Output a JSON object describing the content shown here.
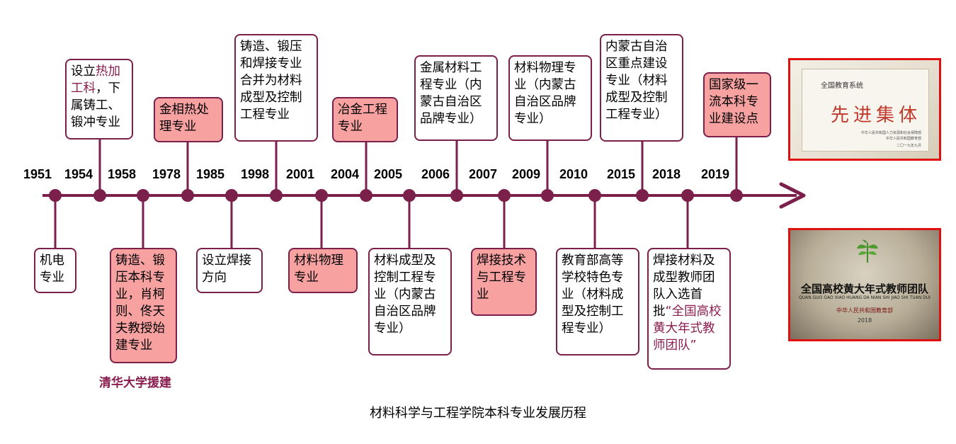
{
  "years": [
    "1951",
    "1954",
    "1958",
    "1978",
    "1985",
    "1998",
    "2001",
    "2004",
    "2005",
    "2006",
    "2007",
    "2009",
    "2010",
    "2015",
    "2018",
    "2019"
  ],
  "events_above": [
    {
      "text_parts": [
        [
          "设立"
        ],
        [
          "热加工科",
          "hl"
        ],
        [
          "，下属铸工、锻冲专业"
        ]
      ],
      "year": "1954"
    },
    {
      "text": "金相热处理专业",
      "year": "1978"
    },
    {
      "text": "铸造、锻压和焊接专业合并为材料成型及控制工程专业",
      "year": "1998"
    },
    {
      "text": "冶金工程专业",
      "year": "2004"
    },
    {
      "text": "金属材料工程专业（内蒙古自治区品牌专业）",
      "year": "2006"
    },
    {
      "text": "材料物理专业（内蒙古自治区品牌专业）",
      "year": "2009"
    },
    {
      "text": "内蒙古自治区重点建设专业（材料成型及控制工程专业）",
      "year": "2015"
    },
    {
      "text": "国家级一流本科专业建设点",
      "year": "2019"
    }
  ],
  "events_below": [
    {
      "text": "机电专业",
      "year": "1951"
    },
    {
      "text": "铸造、锻压本科专业，肖柯则、佟天夫教授始建专业",
      "year": "1958"
    },
    {
      "text": "设立焊接方向",
      "year": "1985"
    },
    {
      "text": "材料物理专业",
      "year": "2001"
    },
    {
      "text": "材料成型及控制工程专业（内蒙古自治区品牌专业）",
      "year": "2005"
    },
    {
      "text": "焊接技术与工程专业",
      "year": "2007"
    },
    {
      "text": "教育部高等学校特色专业（材料成型及控制工程专业）",
      "year": "2010"
    },
    {
      "text_parts": [
        [
          "焊接材料及成型教师团队入选首批"
        ],
        [
          "“全国高校黄大年式教师团队”",
          "hl"
        ]
      ],
      "year": "2018"
    }
  ],
  "note": "清华大学援建",
  "caption": "材料科学与工程学院本科专业发展历程",
  "photo1": {
    "line1": "全国教育系统",
    "line2": "先进集体",
    "line3": "中华人民共和国人力资源和社会保障部",
    "line4": "中华人民共和国教育部",
    "line5": "二〇一九年九月"
  },
  "photo2": {
    "line1": "全国高校黄大年式教师团队",
    "line2": "QUAN GUO GAO XIAO HUANG DA NIAN SHI JIAO SHI TUAN DUI",
    "line3": "中华人民共和国教育部",
    "line4": "2018"
  },
  "colors": {
    "accent": "#7b1f4b",
    "highlight_text": "#8a1d4f",
    "pink_fill": "#f7a1a1",
    "photo_border": "#e01010"
  }
}
